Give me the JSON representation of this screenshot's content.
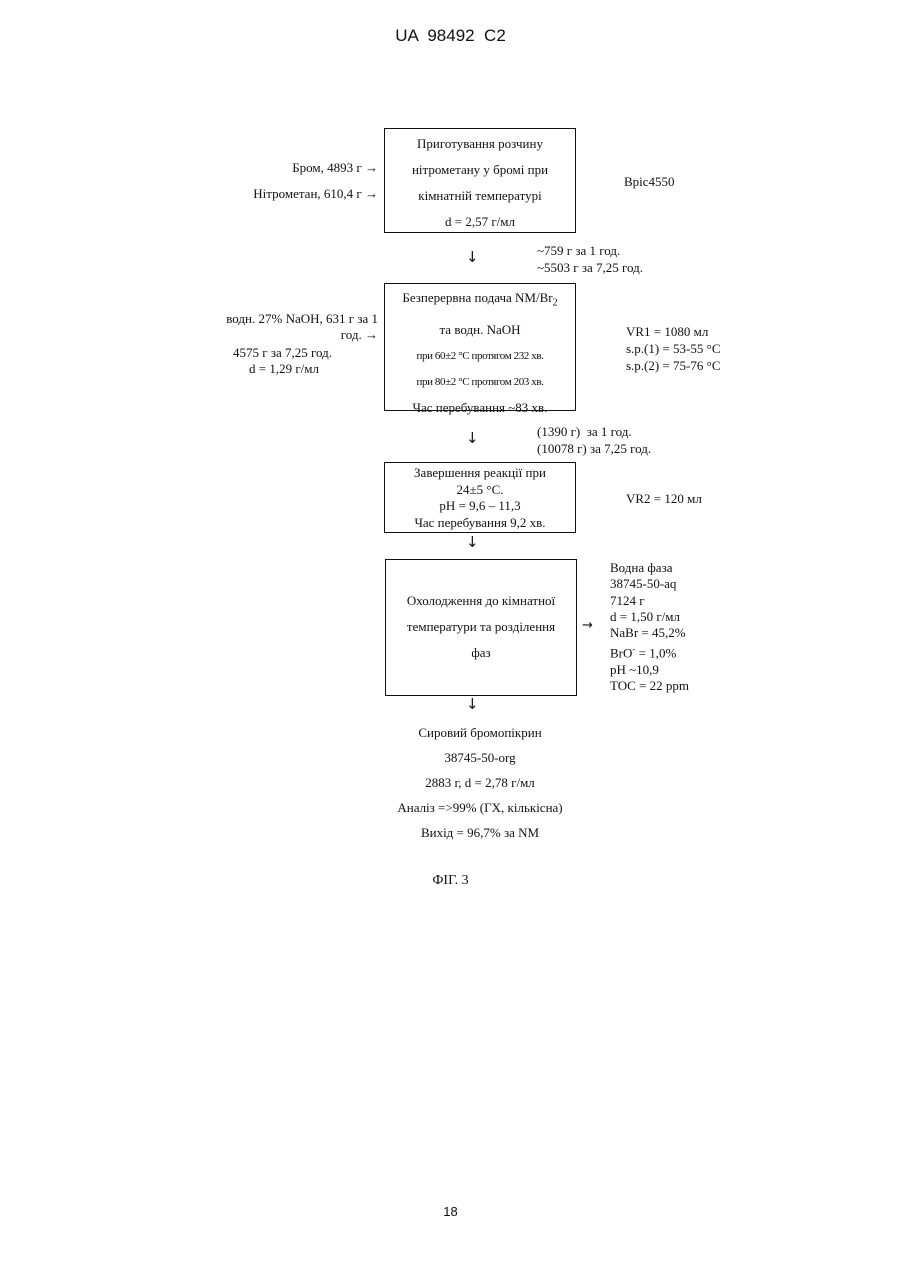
{
  "header": {
    "patent_number": "UA  98492  C2"
  },
  "step1": {
    "inputs": [
      "Бром, 4893 г →",
      "Нітрометан, 610,4 г →"
    ],
    "lines": [
      "Приготування розчину",
      "нітрометану у бромі при",
      "кімнатній температурі",
      "d = 2,57 г/мл"
    ],
    "side_label": "Bpic4550"
  },
  "flow1": {
    "lines": [
      "~759 г за 1 год.",
      "~5503 г за 7,25 год."
    ]
  },
  "step2": {
    "inputs": [
      "водн. 27% NaOH, 631 г за 1",
      "год. →",
      "4575 г за 7,25 год.",
      "d = 1,29 г/мл"
    ],
    "line1_prefix": "Безперервна подача NM/Br",
    "line1_sub": "2",
    "lines": [
      "та водн. NaOH",
      "при 60±2 °C протягом 232 хв.",
      "при 80±2 °C протягом 203 хв.",
      "Час перебування ~83 хв."
    ],
    "side_lines": [
      "VR1 = 1080 мл",
      "s.p.(1) = 53-55 °C",
      "s.p.(2) = 75-76 °C"
    ]
  },
  "flow2": {
    "lines": [
      "(1390 г)  за 1 год.",
      "(10078 г) за 7,25 год."
    ]
  },
  "step3": {
    "lines": [
      "Завершення реакції при",
      "24±5 °C.",
      "pH = 9,6 – 11,3",
      "Час перебування 9,2 хв."
    ],
    "side_label": "VR2 = 120 мл"
  },
  "step4": {
    "lines": [
      "Охолодження до кімнатної",
      "температури та розділення",
      "фаз"
    ],
    "aqueous_lines": [
      "Водна фаза",
      "38745-50-aq",
      "7124 г",
      "d = 1,50 г/мл",
      "NaBr = 45,2%",
      "BrO",
      "= 1,0%",
      "pH ~10,9",
      "TOC = 22 ppm"
    ],
    "aqueous_sup": "-"
  },
  "product": {
    "lines": [
      "Сировий бромопікрин",
      "38745-50-org",
      "2883 г, d = 2,78 г/мл",
      "Аналіз =>99% (ГХ, кількісна)",
      "Вихід = 96,7% за NM"
    ]
  },
  "figure_caption": "ФІГ. 3",
  "page_number": "18"
}
